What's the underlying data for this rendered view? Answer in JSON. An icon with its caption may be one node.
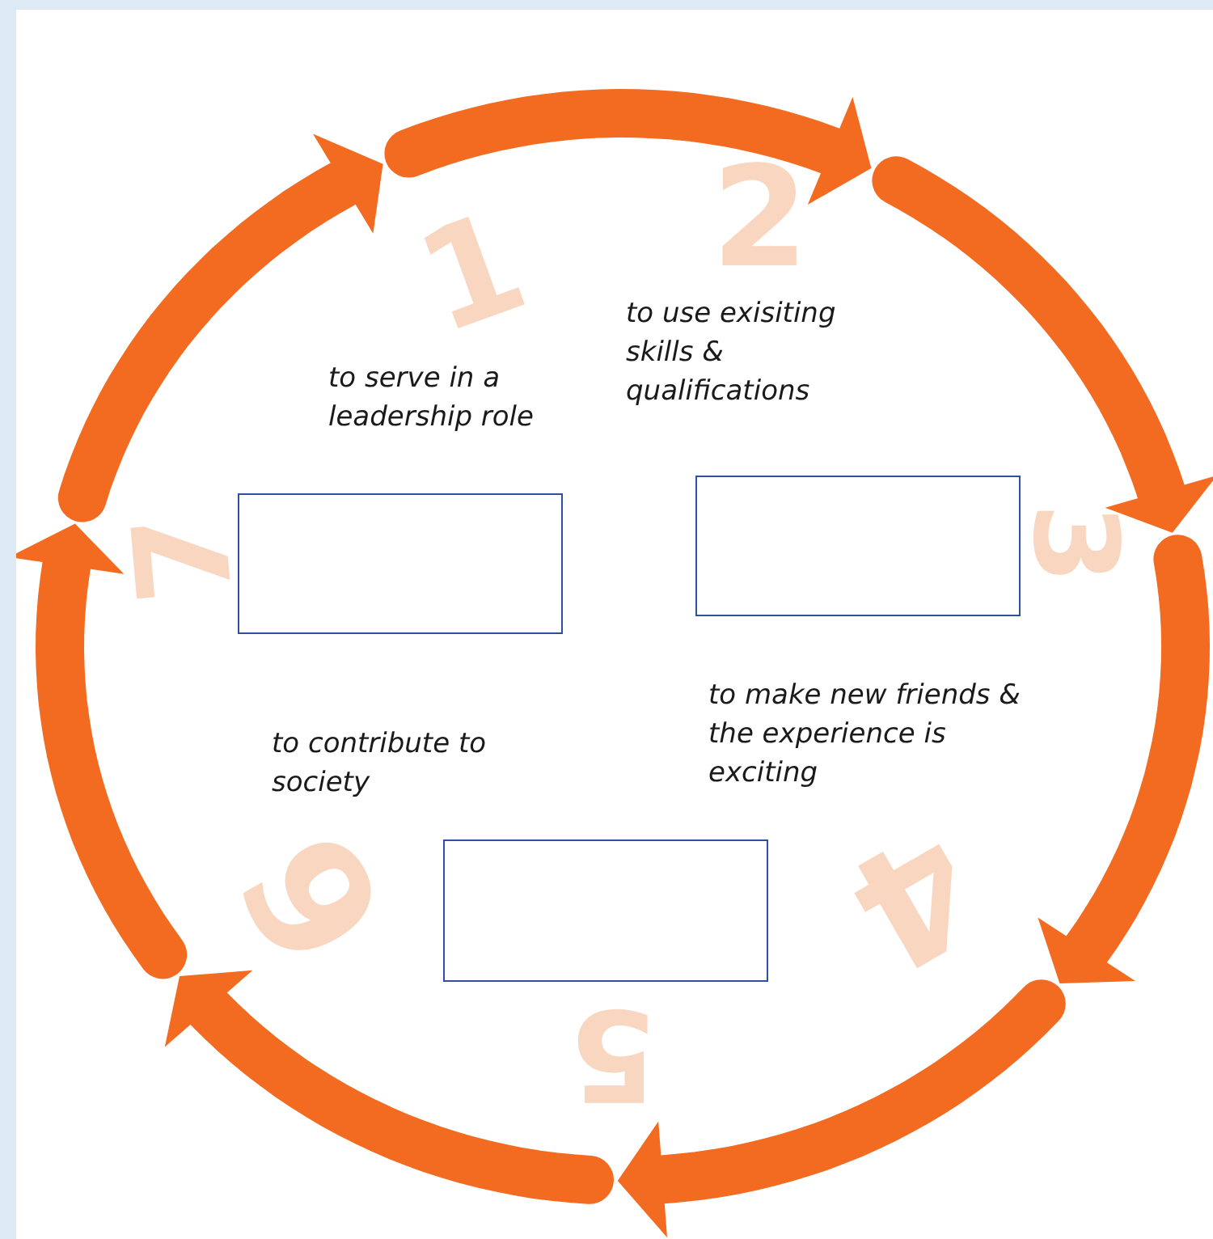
{
  "diagram": {
    "nodes": [
      {
        "text": [],
        "shape": "box"
      },
      {
        "text": [],
        "shape": "box"
      },
      {
        "text": [],
        "shape": "box"
      }
    ],
    "labels": [
      "2",
      "1",
      "to use exisiting skills & qualifications",
      "to serve in a leadership role",
      "7",
      "3",
      "to make new friends & the experience is exciting",
      "to contribute to society",
      "6",
      "4",
      "5"
    ]
  }
}
